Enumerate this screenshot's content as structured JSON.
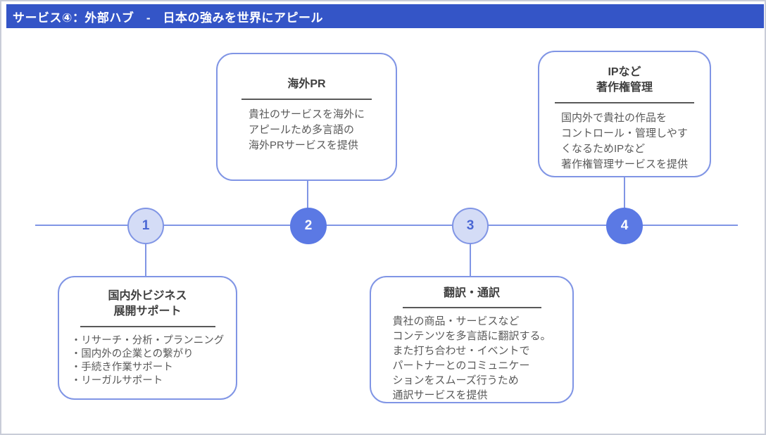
{
  "header": {
    "title": "サービス④：外部ハブ　-　日本の強みを世界にアピール",
    "bg_color": "#3455c7",
    "text_color": "#ffffff"
  },
  "colors": {
    "accent_blue": "#8095e5",
    "node_solid_fill": "#5b79e4",
    "node_light_fill": "#d4dcf6",
    "node_light_number": "#4a67d4",
    "divider_gray": "#595959",
    "box_title_text": "#3f3f3f",
    "box_body_text": "#595959",
    "canvas_border": "#c9cdd8"
  },
  "timeline": {
    "nodes": [
      {
        "number": "1",
        "style": "light"
      },
      {
        "number": "2",
        "style": "solid"
      },
      {
        "number": "3",
        "style": "light"
      },
      {
        "number": "4",
        "style": "solid"
      }
    ]
  },
  "boxes": [
    {
      "node": "1",
      "position": "below-timeline",
      "title_lines": [
        "国内外ビジネス",
        "展開サポート"
      ],
      "body_lines": [
        "・リサーチ・分析・プランニング",
        "・国内外の企業との繋がり",
        "・手続き作業サポート",
        "・リーガルサポート"
      ]
    },
    {
      "node": "2",
      "position": "above-timeline",
      "title_lines": [
        "海外PR"
      ],
      "body_lines": [
        "貴社のサービスを海外に",
        "アピールため多言語の",
        "海外PRサービスを提供"
      ]
    },
    {
      "node": "3",
      "position": "below-timeline",
      "title_lines": [
        "翻訳・通訳"
      ],
      "body_lines": [
        "貴社の商品・サービスなど",
        "コンテンツを多言語に翻訳する。",
        "また打ち合わせ・イベントで",
        "パートナーとのコミュニケー",
        "ションをスムーズ行うため",
        "通訳サービスを提供"
      ]
    },
    {
      "node": "4",
      "position": "above-timeline",
      "title_lines": [
        "IPなど",
        "著作権管理"
      ],
      "body_lines": [
        "国内外で貴社の作品を",
        "コントロール・管理しやす",
        "くなるためIPなど",
        "著作権管理サービスを提供"
      ]
    }
  ]
}
